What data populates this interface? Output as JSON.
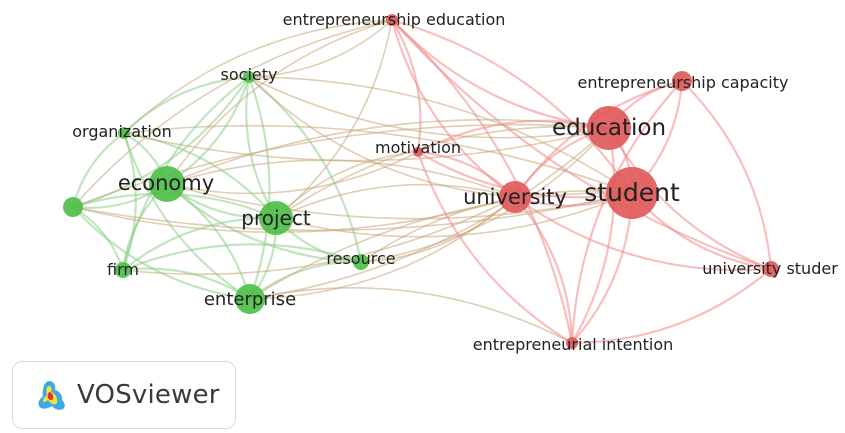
{
  "network": {
    "colors": {
      "red": "#e05a5a",
      "green": "#4fbf4a",
      "red_link": "#f08a8a",
      "green_link": "#8fd08a",
      "mixed_link": "#c7a57a"
    },
    "nodes": [
      {
        "id": "entrepreneurship-education",
        "label": "entrepreneurship education",
        "cluster": "red",
        "weight": 1
      },
      {
        "id": "society",
        "label": "society",
        "cluster": "green",
        "weight": 1
      },
      {
        "id": "entrepreneurship-capacity",
        "label": "entrepreneurship capacity",
        "cluster": "red",
        "weight": 1
      },
      {
        "id": "organization",
        "label": "organization",
        "cluster": "green",
        "weight": 1
      },
      {
        "id": "education",
        "label": "education",
        "cluster": "red",
        "weight": 3
      },
      {
        "id": "motivation",
        "label": "motivation",
        "cluster": "red",
        "weight": 1
      },
      {
        "id": "economy",
        "label": "economy",
        "cluster": "green",
        "weight": 3
      },
      {
        "id": "unlabeled",
        "label": "",
        "cluster": "green",
        "weight": 1
      },
      {
        "id": "university",
        "label": "university",
        "cluster": "red",
        "weight": 2
      },
      {
        "id": "student",
        "label": "student",
        "cluster": "red",
        "weight": 3
      },
      {
        "id": "project",
        "label": "project",
        "cluster": "green",
        "weight": 2
      },
      {
        "id": "resource",
        "label": "resource",
        "cluster": "green",
        "weight": 1
      },
      {
        "id": "university-student",
        "label": "university studer",
        "cluster": "red",
        "weight": 1
      },
      {
        "id": "firm",
        "label": "firm",
        "cluster": "green",
        "weight": 1
      },
      {
        "id": "enterprise",
        "label": "enterprise",
        "cluster": "green",
        "weight": 2
      },
      {
        "id": "entrepreneurial-intention",
        "label": "entrepreneurial intention",
        "cluster": "red",
        "weight": 1
      }
    ],
    "links": [
      [
        "entrepreneurship-education",
        "education"
      ],
      [
        "entrepreneurship-education",
        "student"
      ],
      [
        "entrepreneurship-education",
        "university"
      ],
      [
        "entrepreneurship-education",
        "society"
      ],
      [
        "entrepreneurship-education",
        "economy"
      ],
      [
        "entrepreneurship-education",
        "motivation"
      ],
      [
        "entrepreneurship-education",
        "university-student"
      ],
      [
        "entrepreneurship-education",
        "entrepreneurial-intention"
      ],
      [
        "entrepreneurship-education",
        "organization"
      ],
      [
        "entrepreneurship-education",
        "project"
      ],
      [
        "entrepreneurship-education",
        "unlabeled"
      ],
      [
        "society",
        "economy"
      ],
      [
        "society",
        "project"
      ],
      [
        "society",
        "enterprise"
      ],
      [
        "society",
        "organization"
      ],
      [
        "society",
        "unlabeled"
      ],
      [
        "society",
        "education"
      ],
      [
        "society",
        "student"
      ],
      [
        "society",
        "firm"
      ],
      [
        "society",
        "resource"
      ],
      [
        "society",
        "university"
      ],
      [
        "organization",
        "economy"
      ],
      [
        "organization",
        "unlabeled"
      ],
      [
        "organization",
        "firm"
      ],
      [
        "organization",
        "enterprise"
      ],
      [
        "organization",
        "project"
      ],
      [
        "economy",
        "project"
      ],
      [
        "economy",
        "enterprise"
      ],
      [
        "economy",
        "firm"
      ],
      [
        "economy",
        "unlabeled"
      ],
      [
        "economy",
        "resource"
      ],
      [
        "economy",
        "university"
      ],
      [
        "economy",
        "student"
      ],
      [
        "economy",
        "education"
      ],
      [
        "economy",
        "motivation"
      ],
      [
        "unlabeled",
        "firm"
      ],
      [
        "unlabeled",
        "enterprise"
      ],
      [
        "unlabeled",
        "project"
      ],
      [
        "unlabeled",
        "student"
      ],
      [
        "unlabeled",
        "education"
      ],
      [
        "unlabeled",
        "university"
      ],
      [
        "project",
        "enterprise"
      ],
      [
        "project",
        "resource"
      ],
      [
        "project",
        "university"
      ],
      [
        "project",
        "student"
      ],
      [
        "project",
        "education"
      ],
      [
        "project",
        "firm"
      ],
      [
        "project",
        "motivation"
      ],
      [
        "enterprise",
        "firm"
      ],
      [
        "enterprise",
        "resource"
      ],
      [
        "enterprise",
        "university"
      ],
      [
        "enterprise",
        "student"
      ],
      [
        "enterprise",
        "education"
      ],
      [
        "enterprise",
        "entrepreneurial-intention"
      ],
      [
        "resource",
        "university"
      ],
      [
        "resource",
        "student"
      ],
      [
        "resource",
        "education"
      ],
      [
        "firm",
        "resource"
      ],
      [
        "firm",
        "university"
      ],
      [
        "motivation",
        "education"
      ],
      [
        "motivation",
        "student"
      ],
      [
        "motivation",
        "university"
      ],
      [
        "motivation",
        "entrepreneurial-intention"
      ],
      [
        "education",
        "student"
      ],
      [
        "education",
        "university"
      ],
      [
        "education",
        "entrepreneurship-capacity"
      ],
      [
        "education",
        "university-student"
      ],
      [
        "education",
        "entrepreneurial-intention"
      ],
      [
        "university",
        "student"
      ],
      [
        "university",
        "entrepreneurial-intention"
      ],
      [
        "university",
        "university-student"
      ],
      [
        "university",
        "entrepreneurship-capacity"
      ],
      [
        "student",
        "university-student"
      ],
      [
        "student",
        "entrepreneurial-intention"
      ],
      [
        "student",
        "entrepreneurship-capacity"
      ],
      [
        "entrepreneurship-capacity",
        "university-student"
      ],
      [
        "entrepreneurship-capacity",
        "entrepreneurial-intention"
      ],
      [
        "university-student",
        "entrepreneurial-intention"
      ],
      [
        "organization",
        "education"
      ],
      [
        "organization",
        "student"
      ]
    ]
  },
  "badge": {
    "title": "VOSviewer",
    "logo_icon": "vosviewer-logo-icon"
  }
}
